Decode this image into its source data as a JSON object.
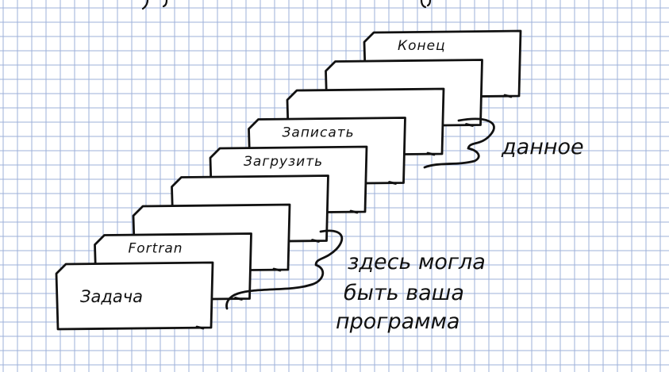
{
  "colors": {
    "paper": "#ffffff",
    "grid": "#9db0da",
    "ink": "#111111"
  },
  "deck": {
    "cards": [
      {
        "label": "Задача"
      },
      {
        "label": "Fortran"
      },
      {
        "label": ""
      },
      {
        "label": ""
      },
      {
        "label": "Загрузить"
      },
      {
        "label": "Записать"
      },
      {
        "label": ""
      },
      {
        "label": ""
      },
      {
        "label": "Конец"
      }
    ]
  },
  "annotations": {
    "data_note": "данное",
    "program_note": [
      "здесь могла",
      "быть ваша",
      "программа"
    ]
  }
}
